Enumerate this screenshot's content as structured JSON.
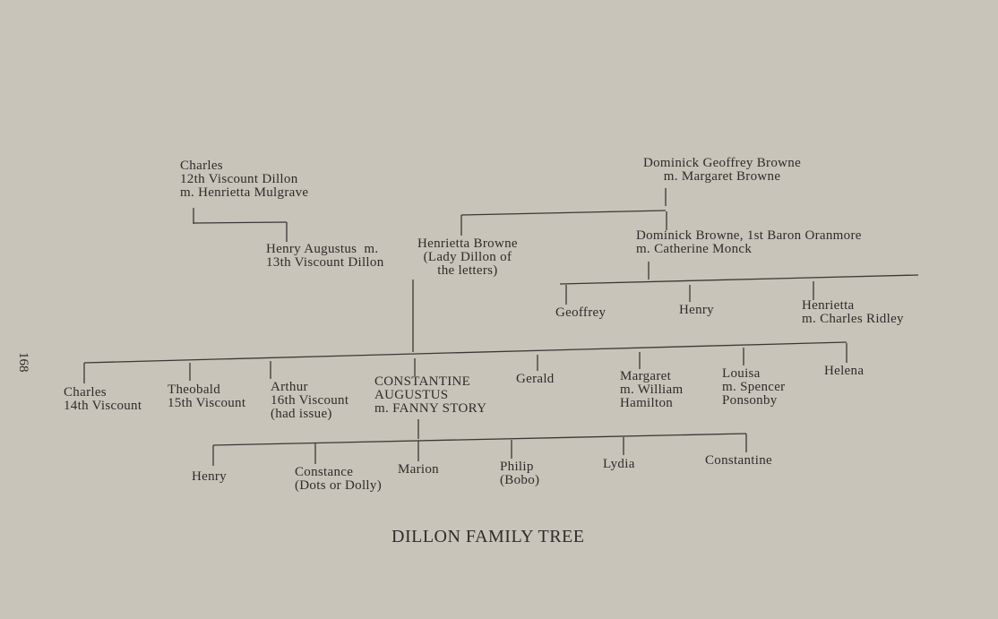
{
  "page_number": "168",
  "title": "DILLON FAMILY TREE",
  "people": {
    "charles_12": [
      "Charles",
      "12th Viscount Dillon",
      "m. Henrietta Mulgrave"
    ],
    "dominick_geoffrey": [
      "Dominick Geoffrey Browne",
      "m. Margaret Browne"
    ],
    "henry_augustus": [
      "Henry Augustus  m.",
      "13th Viscount Dillon"
    ],
    "henrietta_browne": [
      "Henrietta Browne",
      "(Lady Dillon of",
      "the letters)"
    ],
    "dominick_oranmore": [
      "Dominick Browne, 1st Baron Oranmore",
      "m. Catherine Monck"
    ],
    "geoffrey": [
      "Geoffrey"
    ],
    "henry_browne": [
      "Henry"
    ],
    "henrietta_ridley": [
      "Henrietta",
      "m. Charles Ridley"
    ],
    "charles_14": [
      "Charles",
      "14th Viscount"
    ],
    "theobald": [
      "Theobald",
      "15th Viscount"
    ],
    "arthur": [
      "Arthur",
      "16th Viscount",
      "(had issue)"
    ],
    "constantine": [
      "CONSTANTINE",
      "AUGUSTUS",
      "m. FANNY STORY"
    ],
    "gerald": [
      "Gerald"
    ],
    "margaret": [
      "Margaret",
      "m. William",
      "Hamilton"
    ],
    "louisa": [
      "Louisa",
      "m. Spencer",
      "Ponsonby"
    ],
    "helena": [
      "Helena"
    ],
    "henry_child": [
      "Henry"
    ],
    "constance": [
      "Constance",
      "(Dots or Dolly)"
    ],
    "marion": [
      "Marion"
    ],
    "philip": [
      "Philip",
      "(Bobo)"
    ],
    "lydia": [
      "Lydia"
    ],
    "constantine_child": [
      "Constantine"
    ]
  }
}
